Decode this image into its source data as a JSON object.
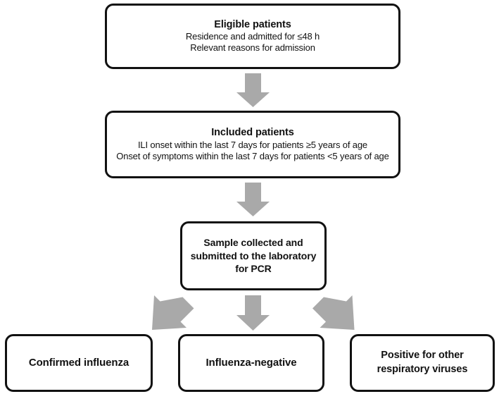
{
  "diagram": {
    "type": "flowchart",
    "orientation": "top-to-bottom",
    "colors": {
      "box_border": "#111111",
      "box_fill": "#ffffff",
      "arrow_fill": "#a9a9a9",
      "text": "#111111",
      "background": "#ffffff"
    },
    "nodes": [
      {
        "id": "eligible",
        "title": "Eligible patients",
        "lines": [
          "Residence  and admitted for ≤48 h",
          "Relevant reasons for admission"
        ]
      },
      {
        "id": "included",
        "title": "Included patients",
        "lines": [
          "ILI onset within the last 7 days for patients ≥5 years of age",
          "Onset of symptoms within the last 7 days for patients <5 years of age"
        ]
      },
      {
        "id": "sample",
        "title": "Sample collected and submitted to the laboratory for PCR",
        "lines": []
      },
      {
        "id": "confirmed",
        "title": "Confirmed influenza",
        "lines": []
      },
      {
        "id": "negative",
        "title": "Influenza-negative",
        "lines": []
      },
      {
        "id": "positive",
        "title": "Positive for other respiratory viruses",
        "lines": []
      }
    ],
    "edges": [
      {
        "id": "edge-eligible-included",
        "from": "eligible",
        "to": "included",
        "direction": "down"
      },
      {
        "id": "edge-included-sample",
        "from": "included",
        "to": "sample",
        "direction": "down"
      },
      {
        "id": "edge-sample-confirmed",
        "from": "sample",
        "to": "confirmed",
        "direction": "down-left"
      },
      {
        "id": "edge-sample-negative",
        "from": "sample",
        "to": "negative",
        "direction": "down"
      },
      {
        "id": "edge-sample-positive",
        "from": "sample",
        "to": "positive",
        "direction": "down-right"
      }
    ]
  }
}
